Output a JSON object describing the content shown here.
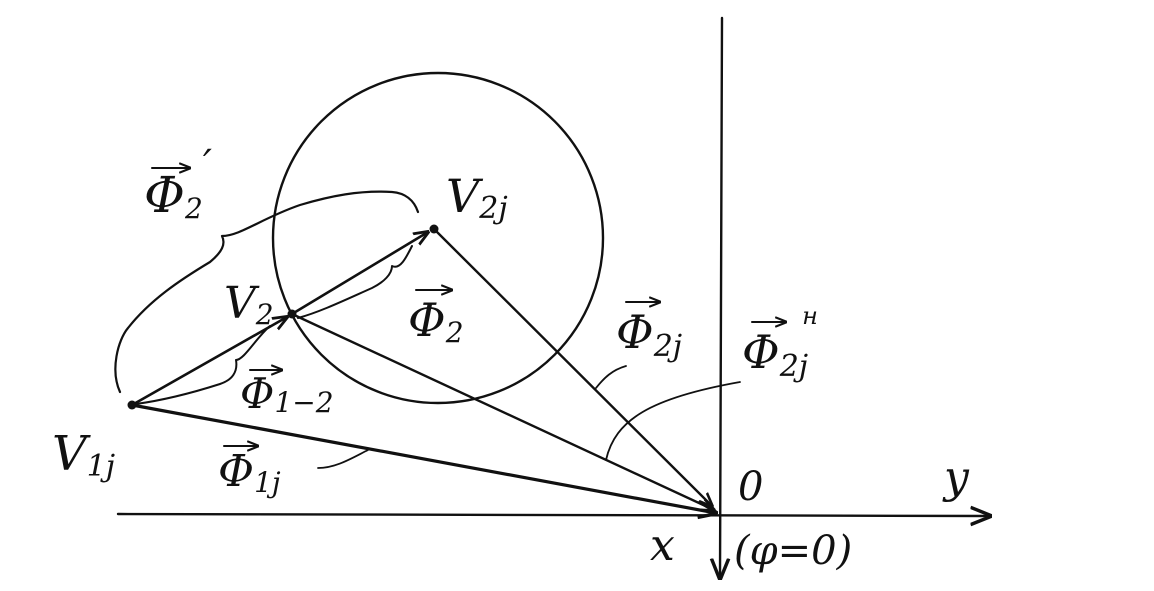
{
  "labels": {
    "v1j_main": "V",
    "v1j_sub": "1j",
    "v2_main": "V",
    "v2_sub": "2",
    "v2j_main": "V",
    "v2j_sub": "2j",
    "phi2prime_main": "Φ",
    "phi2prime_sub": "2",
    "phi2prime_prime": "′",
    "phi2_main": "Φ",
    "phi2_sub": "2",
    "phi12_main": "Φ",
    "phi12_sub": "1−2",
    "phi1j_main": "Φ",
    "phi1j_sub": "1j",
    "phi2j_main": "Φ",
    "phi2j_sub": "2j",
    "phi2jn_main": "Φ",
    "phi2jn_sub": "2j",
    "phi2jn_sup": "н",
    "origin": "0",
    "axis_y": "y",
    "axis_x": "x",
    "phi_zero": "(φ=0)"
  },
  "colors": {
    "ink": "#111111",
    "paper": "#ffffff"
  }
}
